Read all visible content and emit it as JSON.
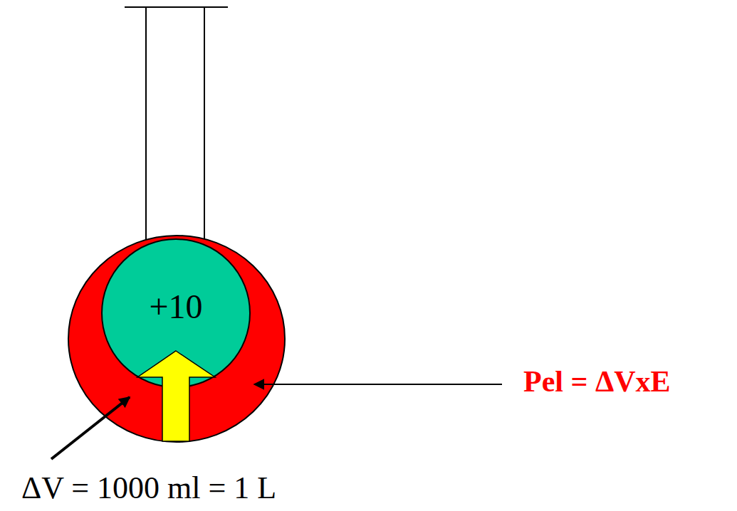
{
  "diagram": {
    "nodes": [
      {
        "text": [
          "+10"
        ]
      }
    ],
    "labels": [
      "Pel = ΔVxE",
      "ΔV = 1000 ml = 1 L"
    ]
  }
}
